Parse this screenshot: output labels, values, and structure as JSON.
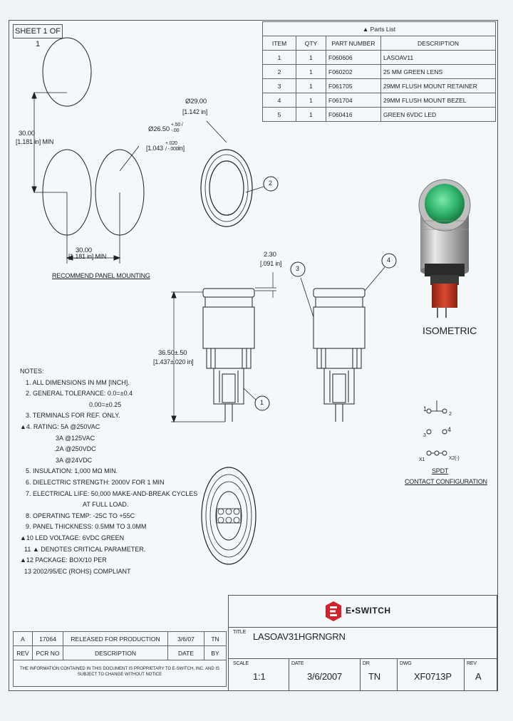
{
  "sheet_label": "SHEET 1 OF 1",
  "parts_list": {
    "title": "Parts List",
    "headers": [
      "ITEM",
      "QTY",
      "PART NUMBER",
      "DESCRIPTION"
    ],
    "rows": [
      {
        "item": "1",
        "qty": "1",
        "part": "F060606",
        "desc": "LASOAV11"
      },
      {
        "item": "2",
        "qty": "1",
        "part": "F060202",
        "desc": "25 MM GREEN LENS"
      },
      {
        "item": "3",
        "qty": "1",
        "part": "F061705",
        "desc": "29MM FLUSH MOUNT RETAINER"
      },
      {
        "item": "4",
        "qty": "1",
        "part": "F061704",
        "desc": "29MM FLUSH MOUNT BEZEL"
      },
      {
        "item": "5",
        "qty": "1",
        "part": "F060416",
        "desc": "GREEN 6VDC LED"
      }
    ]
  },
  "panel_mounting": {
    "dim_vertical": "30.00",
    "dim_vertical_in": "[1.181 in] MIN",
    "dim_hole": "Ø26.50",
    "dim_hole_tol": "+.50 / -.00",
    "dim_hole_in": "[1.043",
    "dim_hole_in_tol": "+.020 / -.000",
    "dim_hole_in_end": "in]",
    "dim_horizontal": "30.00",
    "dim_horizontal_in": "[1.181 in] MIN",
    "label": "RECOMMEND PANEL MOUNTING"
  },
  "front_view": {
    "dim": "Ø29.00",
    "dim_in": "[1.142 in]",
    "balloon": "2"
  },
  "side_view": {
    "dim_thick": "2.30",
    "dim_thick_in": "[.091 in]",
    "dim_height": "36.50±.50",
    "dim_height_in": "[1.437±.020 in]",
    "balloon_1": "1",
    "balloon_3": "3",
    "balloon_4": "4"
  },
  "isometric_label": "ISOMETRIC",
  "contact": {
    "label_1": "1",
    "label_2": "2",
    "label_3": "3",
    "label_4": "4",
    "label_x1": "X1",
    "label_x2": "X2(-)",
    "spdt": "SPDT",
    "title": "CONTACT CONFIGURATION"
  },
  "notes": [
    "NOTES:",
    "1.  ALL DIMENSIONS IN MM [INCH].",
    "2.  GENERAL TOLERANCE: 0.0=±0.4",
    "0.00=±0.25",
    "3.  TERMINALS FOR REF. ONLY.",
    "4.  RATING: 5A @250VAC",
    "3A @125VAC",
    ".2A @250VDC",
    "3A @24VDC",
    "5.  INSULATION: 1,000 MΩ MIN.",
    "6.  DIELECTRIC STRENGTH: 2000V FOR 1 MIN",
    "7.  ELECTRICAL LIFE: 50,000 MAKE-AND-BREAK CYCLES",
    "AT FULL LOAD.",
    "8.  OPERATING TEMP: -25C TO +55C",
    "9.  PANEL THICKNESS: 0.5MM TO 3.0MM",
    "10  LED VOLTAGE: 6VDC GREEN",
    "11  ▲ DENOTES CRITICAL PARAMETER.",
    "12  PACKAGE: BOX/10 PER",
    "13  2002/95/EC (ROHS) COMPLIANT"
  ],
  "revision_table": {
    "row": {
      "rev": "A",
      "pcr": "17064",
      "desc": "RELEASED FOR PRODUCTION",
      "date": "3/6/07",
      "by": "TN"
    },
    "headers": {
      "rev": "REV",
      "pcr": "PCR NO",
      "desc": "DESCRIPTION",
      "date": "DATE",
      "by": "BY"
    }
  },
  "disclaimer": "THE INFORMATION CONTAINED IN THIS DOCUMENT IS PROPRIETARY TO E-SWITCH, INC. AND IS SUBJECT TO CHANGE WITHOUT NOTICE",
  "title_block": {
    "logo_text": "E•SWITCH",
    "title_label": "TITLE",
    "title": "LASOAV31HGRNGRN",
    "scale_label": "SCALE",
    "scale": "1:1",
    "date_label": "DATE",
    "date": "3/6/2007",
    "dr_label": "DR",
    "dr": "TN",
    "dwg_label": "DWG",
    "dwg": "XF0713P",
    "rev_label": "REV",
    "rev": "A"
  },
  "colors": {
    "background": "#eef4f8",
    "lens_green": "#2fb36a",
    "terminal_red": "#c8321e",
    "logo_red": "#d4202a"
  }
}
